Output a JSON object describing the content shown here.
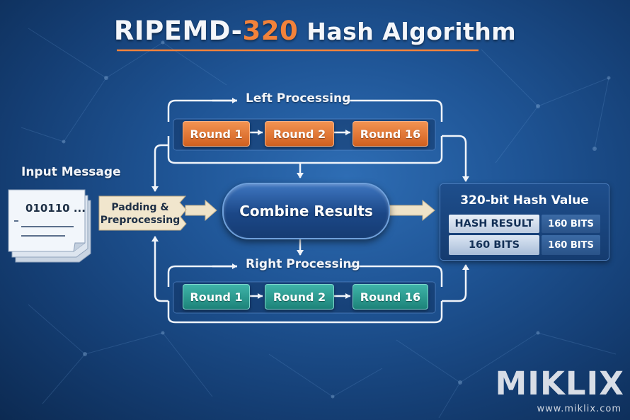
{
  "title": {
    "part1": "RIPEMD-",
    "part2": "320",
    "part3": " Hash Algorithm"
  },
  "input": {
    "label": "Input Message",
    "bits": "010110 ..."
  },
  "padding": {
    "line1": "Padding &",
    "line2": "Preprocessing"
  },
  "left": {
    "label": "Left Processing",
    "rounds": [
      "Round 1",
      "Round 2",
      "Round 16"
    ]
  },
  "right": {
    "label": "Right Processing",
    "rounds": [
      "Round 1",
      "Round 2",
      "Round 16"
    ]
  },
  "combine": {
    "label": "Combine Results"
  },
  "hash": {
    "title": "320-bit Hash Value",
    "rows": [
      {
        "left": "HASH RESULT",
        "right": "160 BITS"
      },
      {
        "left": "160 BITS",
        "right": "160 BITS"
      }
    ]
  },
  "brand": {
    "logo": "MIKLIX",
    "url": "www.miklix.com"
  },
  "colors": {
    "orange": "#f2823a",
    "teal": "#2a9d92",
    "navy": "#1b4787"
  }
}
